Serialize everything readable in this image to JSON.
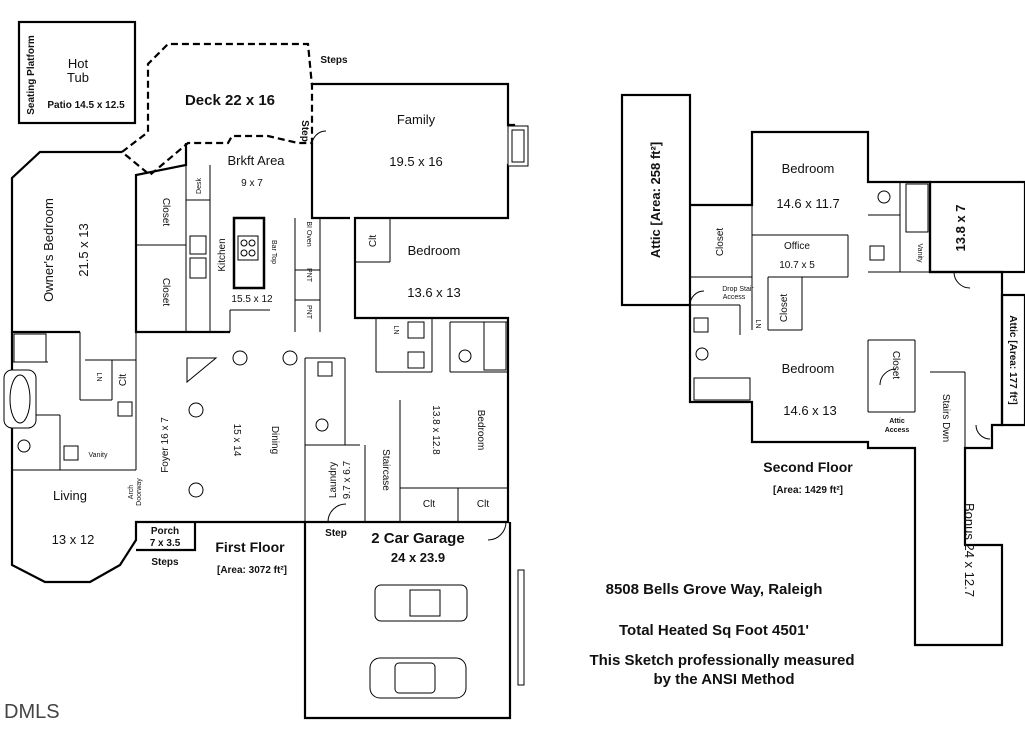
{
  "first_floor": {
    "hot_tub": "Hot\nTub",
    "seating_platform": "Seating Platform",
    "patio": "Patio 14.5 x 12.5",
    "deck": "Deck 22 x 16",
    "steps_top": "Steps",
    "step_right": "Step",
    "family": "Family",
    "family_dim": "19.5 x 16",
    "brkft": "Brkft Area",
    "brkft_dim": "9 x 7",
    "desk": "Desk",
    "closet_a": "Closet",
    "closet_b": "Closet",
    "owners_bedroom": "Owner's Bedroom",
    "owners_dim": "21.5 x 13",
    "kitchen": "Kitchen",
    "kitchen_dim": "15.5 x 12",
    "bar_top": "Bar Top",
    "bi_oven": "BI Oven",
    "pnt_a": "PNT",
    "pnt_b": "PNT",
    "clt_bed": "Clt",
    "bedroom_a": "Bedroom",
    "bedroom_a_dim": "13.6 x 13",
    "ln_a": "LN",
    "ln_b": "LN",
    "clt_mid": "Clt",
    "vanity": "Vanity",
    "foyer": "Foyer 16 x 7",
    "dining_dim": "15 x 14",
    "dining": "Dining",
    "bedroom_b": "Bedroom",
    "bedroom_b_dim": "13.8 x 12.8",
    "laundry": "Laundry",
    "laundry_dim": "9.7 x 6.7",
    "staircase": "Staircase",
    "clt_c": "Clt",
    "clt_d": "Clt",
    "living": "Living",
    "living_dim": "13 x 12",
    "arch": "Arch\nDoorway",
    "porch": "Porch\n7 x 3.5",
    "steps_bottom": "Steps",
    "step_garage": "Step",
    "garage": "2 Car Garage",
    "garage_dim": "24 x 23.9",
    "title": "First Floor",
    "area": "[Area: 3072 ft²]"
  },
  "second_floor": {
    "attic_left": "Attic [Area: 258 ft²]",
    "bedroom_top": "Bedroom",
    "bedroom_top_dim": "14.6 x 11.7",
    "closet_left": "Closet",
    "office": "Office",
    "office_dim": "10.7 x 5",
    "vanity": "Vanity",
    "dim_13_8": "13.8 x 7",
    "drop_stair": "Drop Stair\nAccess",
    "closet_mid": "Closet",
    "ln": "LN",
    "attic_right": "Attic [Area: 177 ft²]",
    "bedroom_bottom": "Bedroom",
    "bedroom_bottom_dim": "14.6 x 13",
    "closet_right": "Closet",
    "attic_access": "Attic\nAccess",
    "stairs_dwn": "Stairs Dwn",
    "bonus": "Bonus 24 x 12.7",
    "title": "Second Floor",
    "area": "[Area: 1429 ft²]"
  },
  "info": {
    "address": "8508 Bells Grove Way, Raleigh",
    "total": "Total Heated Sq Foot 4501'",
    "note_line1": "This Sketch professionally measured",
    "note_line2": "by the ANSI Method"
  },
  "watermark": "DMLS"
}
